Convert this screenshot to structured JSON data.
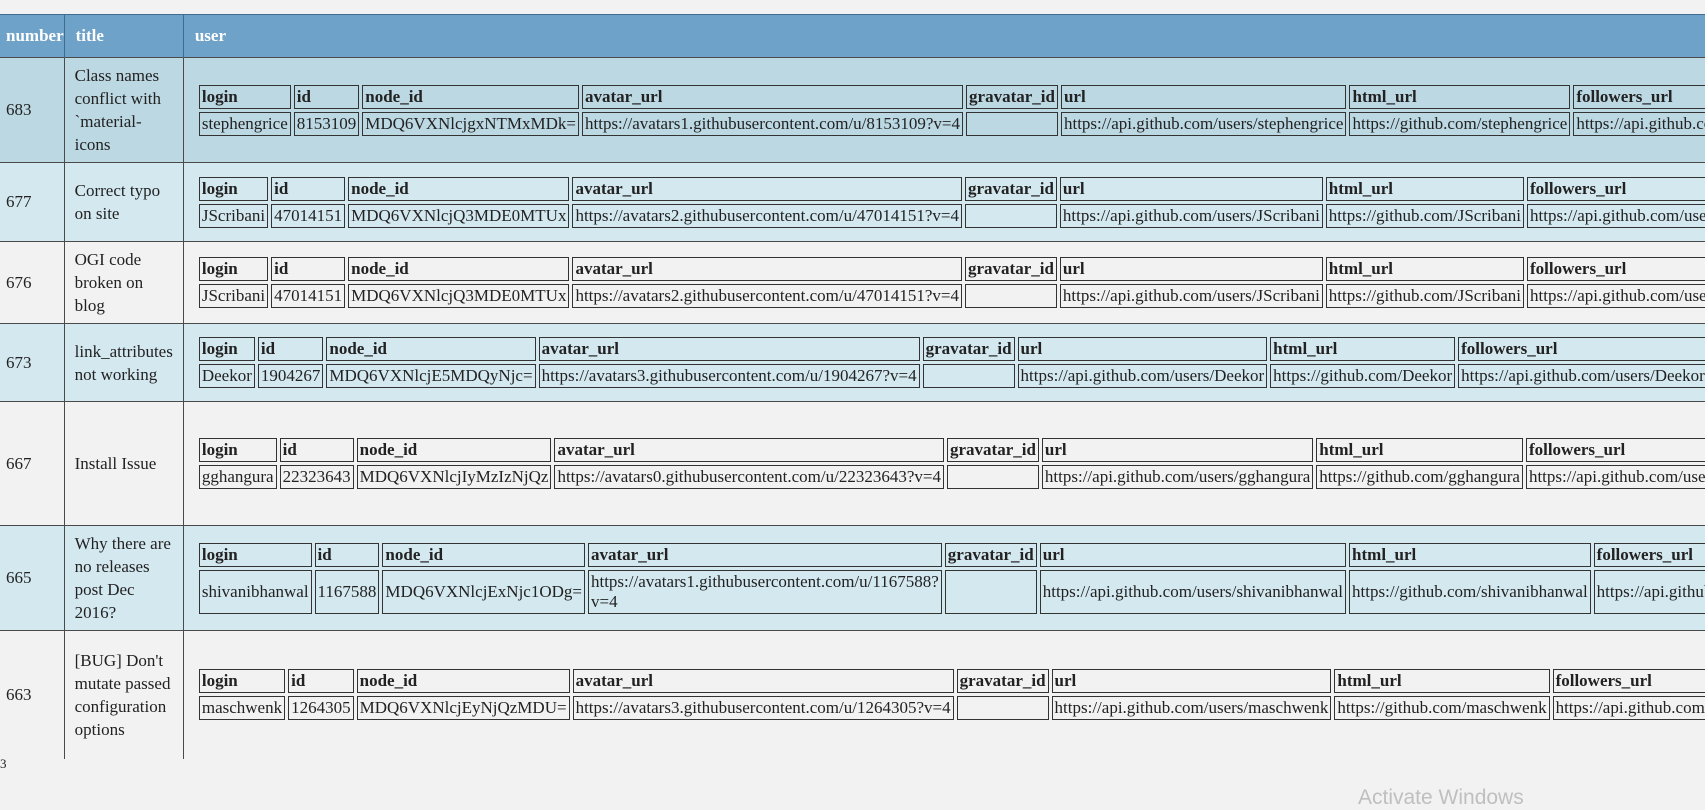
{
  "headers": {
    "number": "number",
    "title": "title",
    "user": "user"
  },
  "inner_headers": [
    "login",
    "id",
    "node_id",
    "avatar_url",
    "gravatar_id",
    "url",
    "html_url",
    "followers_url"
  ],
  "rows": [
    {
      "number": "683",
      "title": "Class names conflict with `material-icons",
      "style": "even",
      "user": {
        "login": "stephengrice",
        "id": "8153109",
        "node_id": "MDQ6VXNlcjgxNTMxMDk=",
        "avatar_url": "https://avatars1.githubusercontent.com/u/8153109?v=4",
        "gravatar_id": "",
        "url": "https://api.github.com/users/stephengrice",
        "html_url": "https://github.com/stephengrice",
        "followers_url": "https://api.github.com/users/stephengrice/followers"
      }
    },
    {
      "number": "677",
      "title": "Correct typo on site",
      "style": "light",
      "user": {
        "login": "JScribani",
        "id": "47014151",
        "node_id": "MDQ6VXNlcjQ3MDE0MTUx",
        "avatar_url": "https://avatars2.githubusercontent.com/u/47014151?v=4",
        "gravatar_id": "",
        "url": "https://api.github.com/users/JScribani",
        "html_url": "https://github.com/JScribani",
        "followers_url": "https://api.github.com/users/JScribani/followers"
      }
    },
    {
      "number": "676",
      "title": "OGI code broken on blog",
      "style": "odd",
      "user": {
        "login": "JScribani",
        "id": "47014151",
        "node_id": "MDQ6VXNlcjQ3MDE0MTUx",
        "avatar_url": "https://avatars2.githubusercontent.com/u/47014151?v=4",
        "gravatar_id": "",
        "url": "https://api.github.com/users/JScribani",
        "html_url": "https://github.com/JScribani",
        "followers_url": "https://api.github.com/users/JScribani/followers"
      }
    },
    {
      "number": "673",
      "title": "link_attributes not working",
      "style": "light",
      "user": {
        "login": "Deekor",
        "id": "1904267",
        "node_id": "MDQ6VXNlcjE5MDQyNjc=",
        "avatar_url": "https://avatars3.githubusercontent.com/u/1904267?v=4",
        "gravatar_id": "",
        "url": "https://api.github.com/users/Deekor",
        "html_url": "https://github.com/Deekor",
        "followers_url": "https://api.github.com/users/Deekor/followers"
      }
    },
    {
      "number": "667",
      "title": "Install Issue",
      "style": "odd",
      "user": {
        "login": "gghangura",
        "id": "22323643",
        "node_id": "MDQ6VXNlcjIyMzIzNjQz",
        "avatar_url": "https://avatars0.githubusercontent.com/u/22323643?v=4",
        "gravatar_id": "",
        "url": "https://api.github.com/users/gghangura",
        "html_url": "https://github.com/gghangura",
        "followers_url": "https://api.github.com/users/gghangura/followers"
      }
    },
    {
      "number": "665",
      "title": "Why there are no releases post Dec 2016?",
      "style": "light",
      "user": {
        "login": "shivanibhanwal",
        "id": "1167588",
        "node_id": "MDQ6VXNlcjExNjc1ODg=",
        "avatar_url": "https://avatars1.githubusercontent.com/u/1167588?v=4",
        "gravatar_id": "",
        "url": "https://api.github.com/users/shivanibhanwal",
        "html_url": "https://github.com/shivanibhanwal",
        "followers_url": "https://api.github.com/users/shivanibhanwal/followers"
      }
    },
    {
      "number": "663",
      "title": "[BUG] Don't mutate passed configuration options",
      "style": "odd",
      "user": {
        "login": "maschwenk",
        "id": "1264305",
        "node_id": "MDQ6VXNlcjEyNjQzMDU=",
        "avatar_url": "https://avatars3.githubusercontent.com/u/1264305?v=4",
        "gravatar_id": "",
        "url": "https://api.github.com/users/maschwenk",
        "html_url": "https://github.com/maschwenk",
        "followers_url": "https://api.github.com/users/maschwenk/followers"
      }
    }
  ],
  "watermark": "Activate Windows"
}
